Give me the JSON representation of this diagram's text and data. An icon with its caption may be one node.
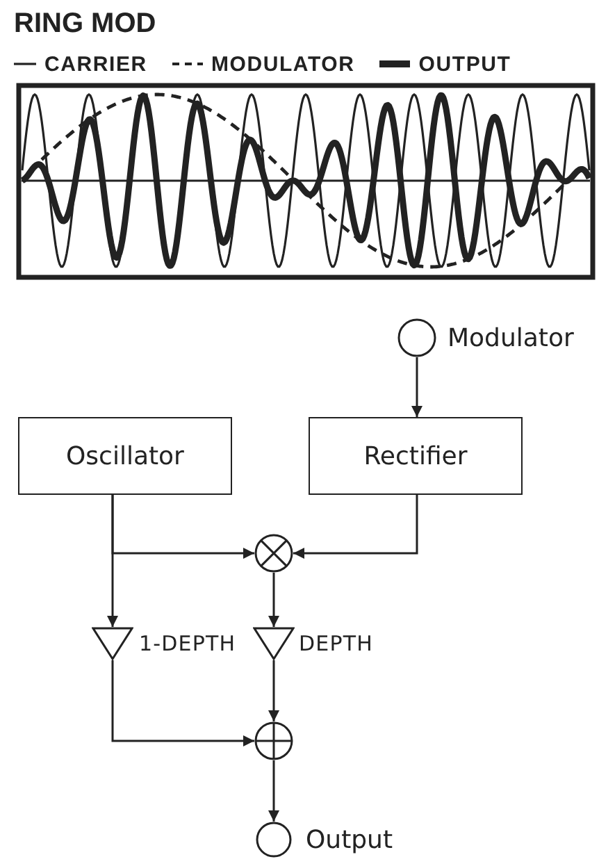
{
  "diagram": {
    "title": "RING MOD",
    "nodes": [
      {
        "text": [],
        "shape": "circle",
        "beside": [
          "Modulator"
        ]
      },
      {
        "text": [
          "Oscillator"
        ]
      },
      {
        "text": [
          "Rectifier"
        ]
      },
      {
        "text": [],
        "shape": "circle"
      },
      {
        "text": [],
        "shape": "triangle",
        "beside": [
          "1-DEPTH"
        ]
      },
      {
        "text": [],
        "shape": "triangle",
        "beside": [
          "DEPTH"
        ]
      },
      {
        "text": [],
        "shape": "circle"
      },
      {
        "text": [],
        "shape": "circle",
        "beside": [
          "Output"
        ]
      }
    ],
    "edges": [
      {
        "from": 0,
        "to": 2,
        "arrow": "to"
      },
      {
        "from": 1,
        "to": 3,
        "arrow": "to"
      },
      {
        "from": 1,
        "to": 4,
        "arrow": "to"
      },
      {
        "from": 2,
        "to": 3,
        "arrow": "to"
      },
      {
        "from": 3,
        "to": 5,
        "arrow": "to"
      },
      {
        "from": 5,
        "to": 6,
        "arrow": "to"
      },
      {
        "from": 4,
        "to": 6,
        "arrow": "to"
      },
      {
        "from": 6,
        "to": 7,
        "arrow": "to"
      }
    ],
    "legend": [
      {
        "text": "CARRIER"
      },
      {
        "text": "MODULATOR"
      },
      {
        "text": "OUTPUT"
      }
    ]
  }
}
